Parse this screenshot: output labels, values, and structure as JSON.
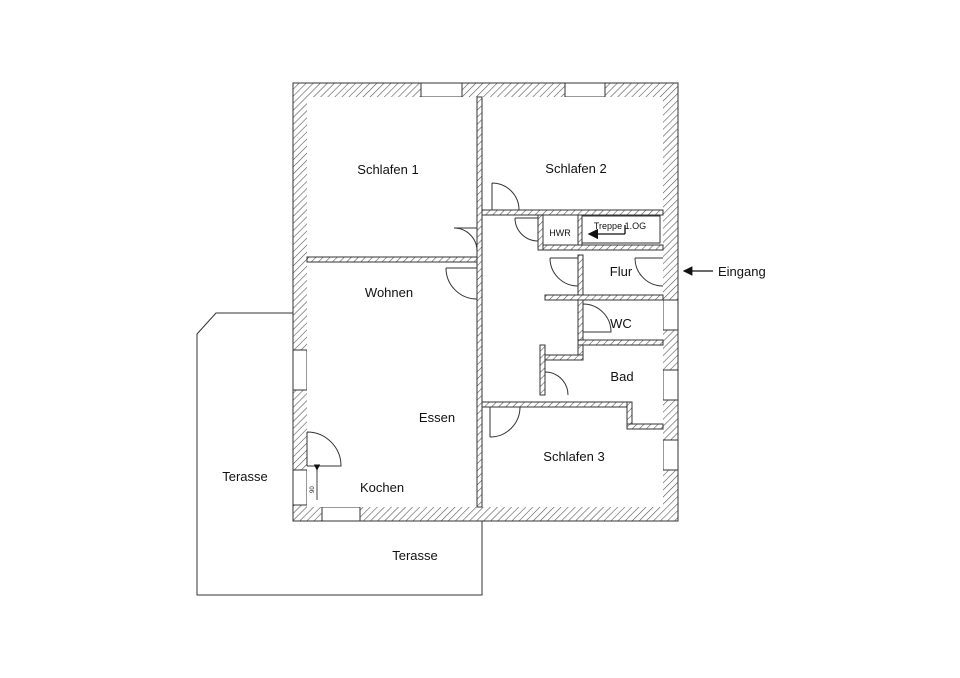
{
  "rooms": {
    "schlafen1": "Schlafen 1",
    "schlafen2": "Schlafen 2",
    "schlafen3": "Schlafen 3",
    "wohnen": "Wohnen",
    "essen": "Essen",
    "kochen": "Kochen",
    "hwr": "HWR",
    "treppe": "Treppe 1.OG",
    "flur": "Flur",
    "wc": "WC",
    "bad": "Bad",
    "terasse_left": "Terasse",
    "terasse_bottom": "Terasse"
  },
  "entrance_label": "Eingang",
  "dimension_label": "90"
}
